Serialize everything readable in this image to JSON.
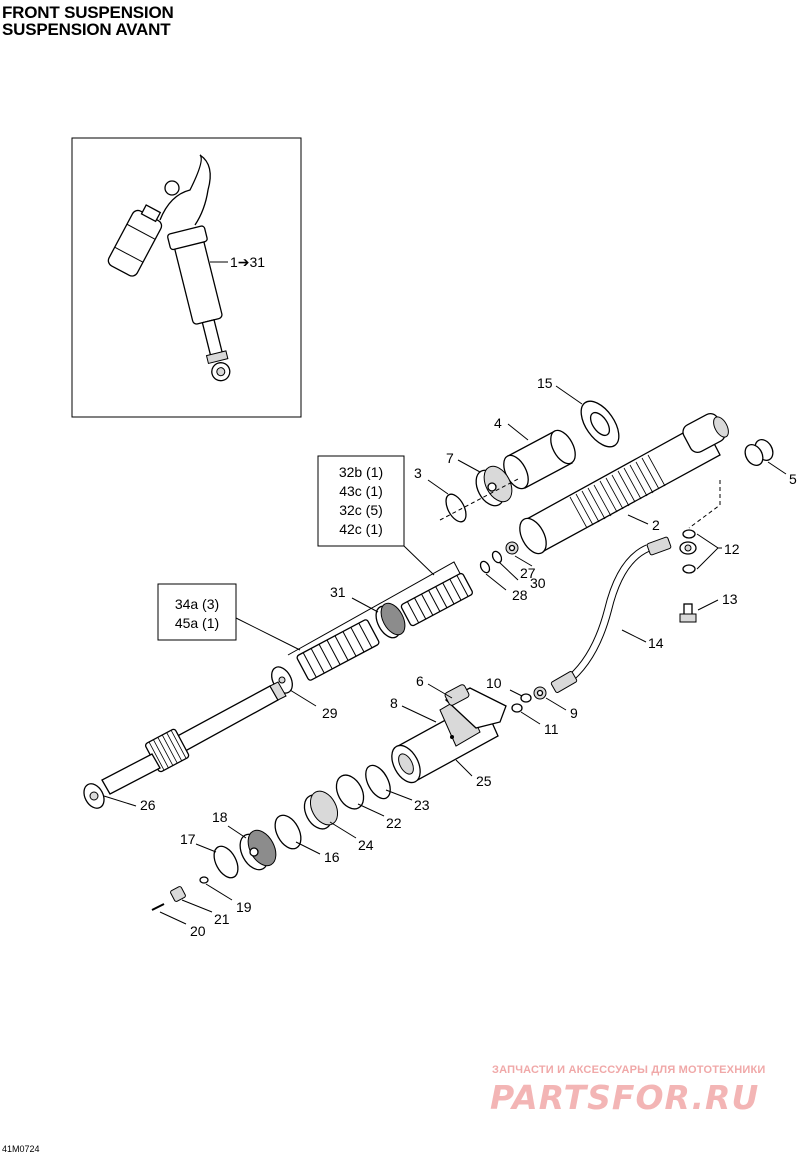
{
  "header": {
    "title_en": "FRONT SUSPENSION",
    "title_fr": "SUSPENSION AVANT"
  },
  "inset": {
    "callout": "1➔31"
  },
  "boxes": {
    "box_a": [
      "32b (1)",
      "43c (1)",
      "32c (5)",
      "42c (1)"
    ],
    "box_b": [
      "34a (3)",
      "45a (1)"
    ]
  },
  "callouts": {
    "c2": "2",
    "c3": "3",
    "c4": "4",
    "c5": "5",
    "c6": "6",
    "c7": "7",
    "c8": "8",
    "c9": "9",
    "c10": "10",
    "c11": "11",
    "c12": "12",
    "c13": "13",
    "c14": "14",
    "c15": "15",
    "c16": "16",
    "c17": "17",
    "c18": "18",
    "c19": "19",
    "c20": "20",
    "c21": "21",
    "c22": "22",
    "c23": "23",
    "c24": "24",
    "c25": "25",
    "c26": "26",
    "c27": "27",
    "c28": "28",
    "c29": "29",
    "c30": "30",
    "c31": "31"
  },
  "footer": {
    "drawing_code": "41M0724"
  },
  "watermark": {
    "tagline": "ЗАПЧАСТИ И АКСЕССУАРЫ ДЛЯ МОТОТЕХНИКИ",
    "brand": "PARTSFOR.RU",
    "color": "#f0a8a8"
  }
}
